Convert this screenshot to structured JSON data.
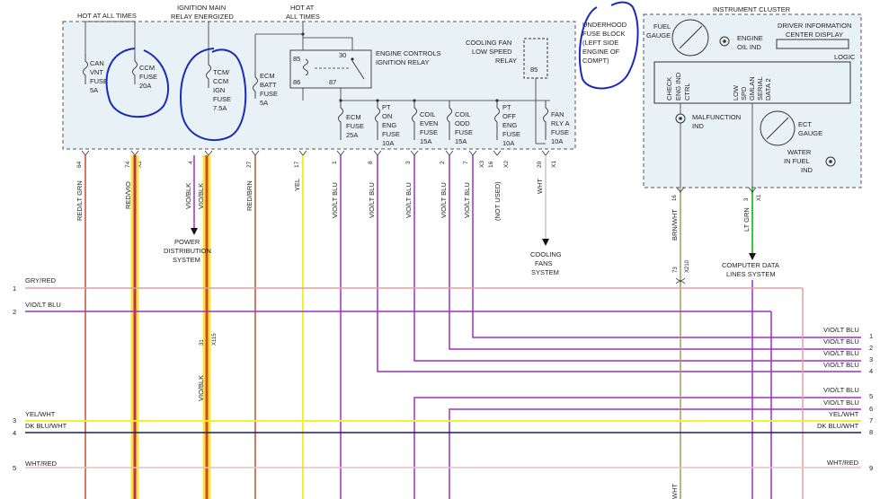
{
  "headers": {
    "hot_all_times_1": "HOT AT ALL TIMES",
    "ignition_main_1": "IGNITION MAIN",
    "ignition_main_2": "RELAY ENERGIZED",
    "hot_at_1": "HOT AT",
    "hot_at_2": "ALL TIMES",
    "instrument_cluster": "INSTRUMENT CLUSTER"
  },
  "underhood": [
    "UNDERHOOD",
    "FUSE BLOCK",
    "(LEFT SIDE",
    "ENGINE OF",
    "COMPT)"
  ],
  "relay": {
    "label_1": "ENGINE CONTROLS",
    "label_2": "IGNITION RELAY",
    "p85": "85",
    "p86": "86",
    "p30": "30",
    "p87": "87"
  },
  "cooling_fan_relay": {
    "line_1": "COOLING FAN",
    "line_2": "LOW SPEED",
    "line_3": "RELAY",
    "pin": "85"
  },
  "fuses": [
    {
      "lines": [
        "CAN",
        "VNT",
        "FUSE",
        "5A"
      ]
    },
    {
      "lines": [
        "CCM",
        "FUSE",
        "20A"
      ]
    },
    {
      "lines": [
        "TCM/",
        "CCM",
        "IGN",
        "FUSE",
        "7.5A"
      ]
    },
    {
      "lines": [
        "ECM",
        "BATT",
        "FUSE",
        "5A"
      ]
    },
    {
      "lines": [
        "ECM",
        "FUSE",
        "25A"
      ]
    },
    {
      "lines": [
        "PT",
        "ON",
        "ENG",
        "FUSE",
        "10A"
      ]
    },
    {
      "lines": [
        "COIL",
        "EVEN",
        "FUSE",
        "15A"
      ]
    },
    {
      "lines": [
        "COIL",
        "ODD",
        "FUSE",
        "15A"
      ]
    },
    {
      "lines": [
        "PT",
        "OFF",
        "ENG",
        "FUSE",
        "10A"
      ]
    },
    {
      "lines": [
        "FAN",
        "RLY A",
        "FUSE",
        "10A"
      ]
    }
  ],
  "pins": {
    "p64": "64",
    "p74": "74",
    "x2": "X2",
    "p4": "4",
    "p27": "27",
    "p17": "17",
    "p1": "1",
    "p8": "8",
    "p3": "3",
    "p2": "2",
    "p7": "7",
    "x3": "X3",
    "p16": "16",
    "x2b": "X2",
    "p20": "20",
    "x1": "X1",
    "p31": "31",
    "x115": "X115",
    "p16c": "16",
    "p3c": "3",
    "x1c": "X1",
    "p73": "73",
    "x210": "X210"
  },
  "wire_labels": {
    "red_lt_grn": "RED/LT GRN",
    "red_vio": "RED/VIO",
    "vio_blk_1": "VIO/BLK",
    "vio_blk_2": "VIO/BLK",
    "red_brn": "RED/BRN",
    "yel": "YEL",
    "vio_lt_blu_a": "VIO/LT BLU",
    "vio_lt_blu_b": "VIO/LT BLU",
    "vio_lt_blu_c": "VIO/LT BLU",
    "vio_lt_blu_d": "VIO/LT BLU",
    "vio_lt_blu_e": "VIO/LT BLU",
    "not_used": "(NOT USED)",
    "wht": "WHT",
    "vio_blk_low": "VIO/BLK",
    "brn_wht": "BRN/WHT",
    "lt_grn": "LT GRN",
    "wht_bottom": "WHT"
  },
  "destinations": {
    "power_dist": [
      "POWER",
      "DISTRIBUTION",
      "SYSTEM"
    ],
    "cooling_fans": [
      "COOLING",
      "FANS",
      "SYSTEM"
    ],
    "computer_data": [
      "COMPUTER DATA",
      "LINES SYSTEM"
    ]
  },
  "cluster": {
    "fuel_gauge": [
      "FUEL",
      "GAUGE"
    ],
    "engine_oil": [
      "ENGINE",
      "OIL IND"
    ],
    "dic": [
      "DRIVER INFORMATION",
      "CENTER DISPLAY"
    ],
    "logic": "LOGIC",
    "check_eng": [
      "CHECK",
      "ENG IND",
      "CTRL"
    ],
    "low_spd": [
      "LOW",
      "SPD",
      "GMLAN",
      "SERIAL",
      "DATA 2"
    ],
    "malfunction": [
      "MALFUNCTION",
      "IND"
    ],
    "ect": [
      "ECT",
      "GAUGE"
    ],
    "water": [
      "WATER",
      "IN FUEL",
      "IND"
    ]
  },
  "left_bus": [
    {
      "num": "1",
      "label": "GRY/RED",
      "color": "#e0a0a0"
    },
    {
      "num": "2",
      "label": "VIO/LT BLU",
      "color": "#9b30c8"
    },
    {
      "num": "3",
      "label": "YEL/WHT",
      "color": "#f2ee30"
    },
    {
      "num": "4",
      "label": "DK BLU/WHT",
      "color": "#1a1a80"
    },
    {
      "num": "5",
      "label": "WHT/RED",
      "color": "#e8c0c0"
    }
  ],
  "right_bus": [
    {
      "num": "1",
      "label": "VIO/LT BLU"
    },
    {
      "num": "2",
      "label": "VIO/LT BLU"
    },
    {
      "num": "3",
      "label": "VIO/LT BLU"
    },
    {
      "num": "4",
      "label": "VIO/LT BLU"
    },
    {
      "num": "5",
      "label": "VIO/LT BLU"
    },
    {
      "num": "6",
      "label": "VIO/LT BLU"
    },
    {
      "num": "7",
      "label": "YEL/WHT"
    },
    {
      "num": "8",
      "label": "DK BLU/WHT"
    },
    {
      "num": "9",
      "label": "WHT/RED"
    }
  ],
  "colors": {
    "box_fill": "#e8f2f6",
    "box_stroke": "#555555",
    "violet": "#9b30c8",
    "red": "#d04a2a",
    "yellow_glow": "#f7e53a",
    "gray_red": "#e0a0a0",
    "brown_white": "#a89860",
    "lt_green": "#3ec43e",
    "annotation": "#1a2ab8"
  }
}
